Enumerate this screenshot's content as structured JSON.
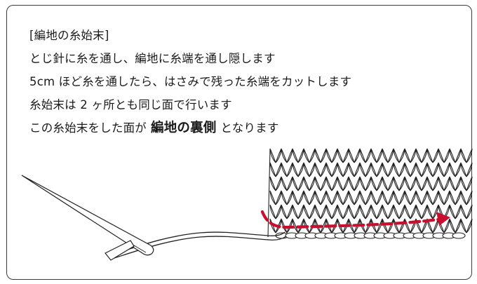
{
  "instructions": {
    "line1": "[編地の糸始末]",
    "line2": "とじ針に糸を通し、編地に糸端を通し隠します",
    "line3": "5cm ほど糸を通したら、はさみで残った糸端をカットします",
    "line4": "糸始末は 2 ヶ所とも同じ面で行います",
    "line5_pre": "この糸始末をした面が",
    "line5_bold": "編地の裏側",
    "line5_post": "となります"
  },
  "illustration": {
    "accent_color": "#c8102e",
    "outline_color": "#222222"
  }
}
